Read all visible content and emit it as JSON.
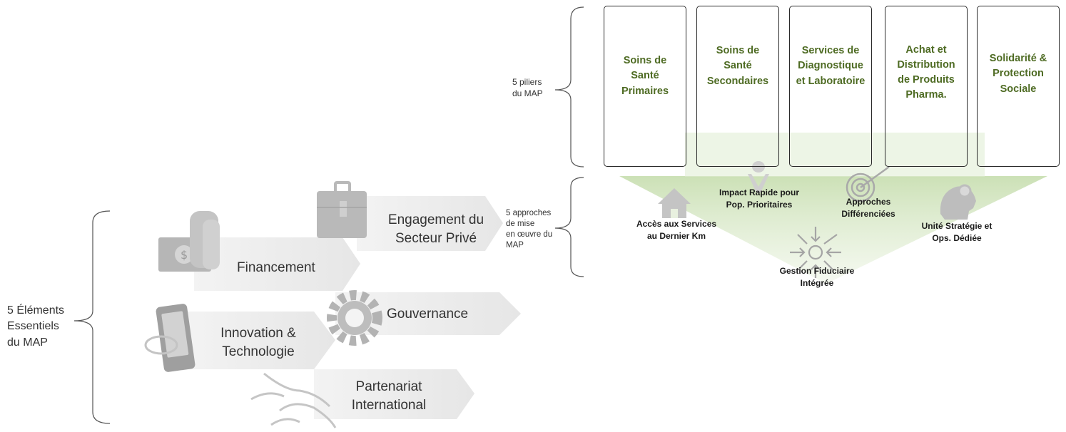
{
  "labels": {
    "pillars": "5 piliers\ndu MAP",
    "approaches": "5 approches\nde mise\nen œuvre du\nMAP",
    "elements": "5 Éléments\nEssentiels\ndu MAP"
  },
  "pillars": [
    {
      "text": "Soins de\nSanté\nPrimaires"
    },
    {
      "text": "Soins de\nSanté\nSecondaires"
    },
    {
      "text": "Services de\nDiagnostique\net Laboratoire"
    },
    {
      "text": "Achat et\nDistribution\nde Produits\nPharma."
    },
    {
      "text": "Solidarité &\nProtection\nSociale"
    }
  ],
  "approaches": [
    {
      "text": "Accès aux Services\nau Dernier Km",
      "icon": "house-icon"
    },
    {
      "text": "Impact Rapide pour\nPop. Prioritaires",
      "icon": "people-icon"
    },
    {
      "text": "Approches\nDifférenciées",
      "icon": "target-icon"
    },
    {
      "text": "Gestion Fiduciaire\nIntégrée",
      "icon": "arrows-converge-icon"
    },
    {
      "text": "Unité Stratégie et\nOps. Dédiée",
      "icon": "head-gear-icon"
    }
  ],
  "elements": [
    {
      "text": "Engagement du\nSecteur Privé",
      "icon": "briefcase-icon"
    },
    {
      "text": "Financement",
      "icon": "money-icon"
    },
    {
      "text": "Gouvernance",
      "icon": "gear-icon"
    },
    {
      "text": "Innovation &\nTechnologie",
      "icon": "smartphone-icon"
    },
    {
      "text": "Partenariat\nInternational",
      "icon": "handshake-icon"
    }
  ],
  "colors": {
    "pillar_text": "#4e6b23",
    "triangle_green": "#c9dfb2",
    "arrow_grey": "#efefef",
    "icon_grey": "#b8b8b8"
  }
}
